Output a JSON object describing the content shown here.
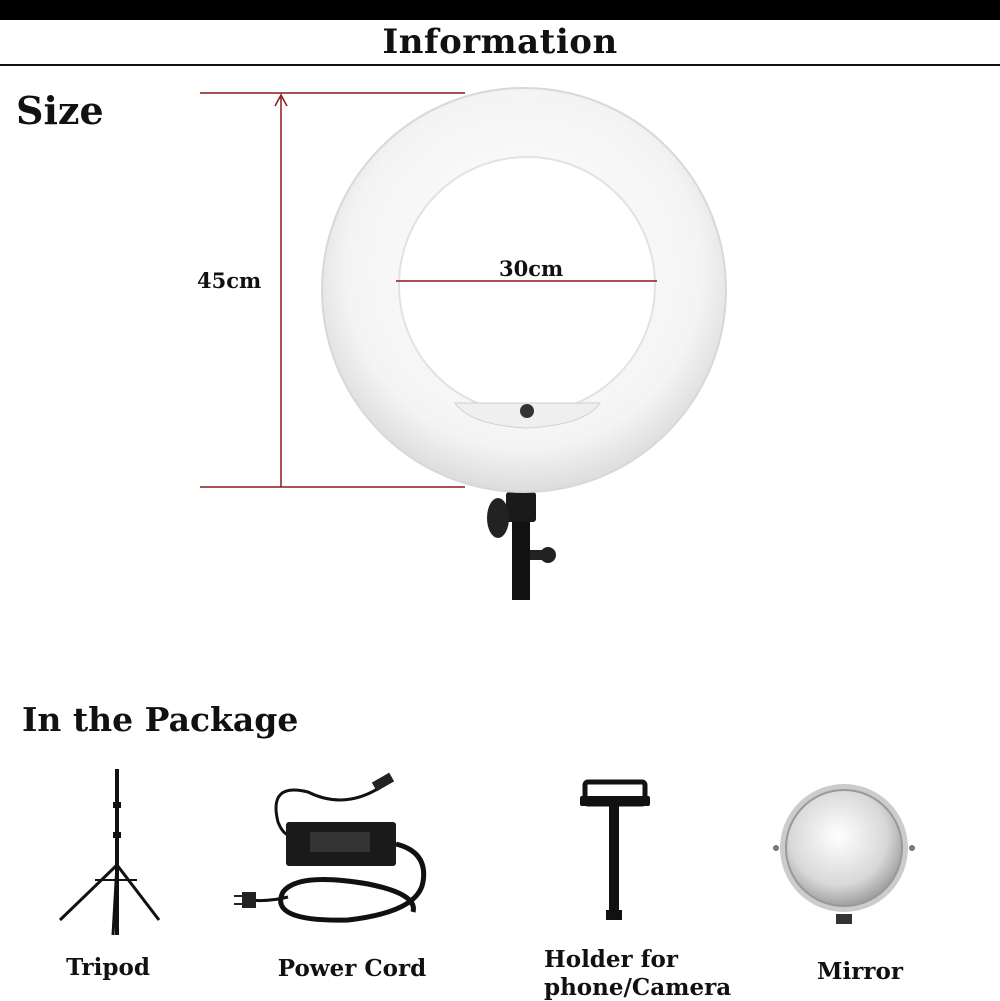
{
  "header": {
    "title": "Information"
  },
  "size_section": {
    "heading": "Size",
    "height_label": "45cm",
    "inner_diameter_label": "30cm"
  },
  "package_section": {
    "heading": "In the Package",
    "items": [
      {
        "label": "Tripod",
        "icon": "tripod-icon"
      },
      {
        "label": "Power Cord",
        "icon": "power-cord-icon"
      },
      {
        "label_line1": "Holder for",
        "label_line2": "phone/Camera",
        "icon": "phone-holder-icon"
      },
      {
        "label": "Mirror",
        "icon": "mirror-icon"
      }
    ]
  },
  "colors": {
    "dimension_line": "#8b1a1a",
    "bar": "#000000"
  }
}
